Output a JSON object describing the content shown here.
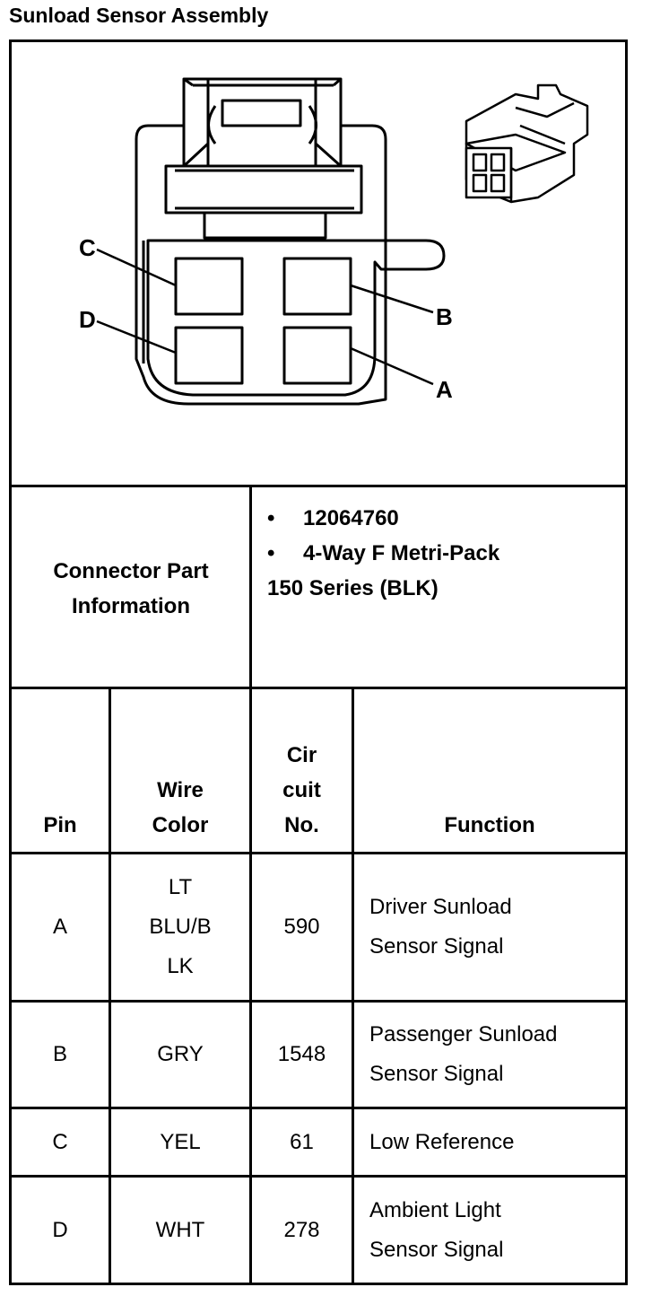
{
  "title": "Sunload Sensor Assembly",
  "diagram": {
    "pin_labels": {
      "A": "A",
      "B": "B",
      "C": "C",
      "D": "D"
    }
  },
  "connector_info": {
    "label": "Connector Part Information",
    "items": [
      "12064760",
      "4-Way F Metri-Pack"
    ],
    "continuation": "150 Series (BLK)"
  },
  "table": {
    "headers": {
      "pin": "Pin",
      "wire_color": "Wire Color",
      "circuit_no": "Cir cuit No.",
      "function": "Function"
    },
    "rows": [
      {
        "pin": "A",
        "wire_color": "LT BLU/B LK",
        "circuit": "590",
        "function": "Driver Sunload Sensor Signal"
      },
      {
        "pin": "B",
        "wire_color": "GRY",
        "circuit": "1548",
        "function": "Passenger Sunload Sensor Signal"
      },
      {
        "pin": "C",
        "wire_color": "YEL",
        "circuit": "61",
        "function": "Low Reference"
      },
      {
        "pin": "D",
        "wire_color": "WHT",
        "circuit": "278",
        "function": "Ambient Light Sensor Signal"
      }
    ]
  }
}
